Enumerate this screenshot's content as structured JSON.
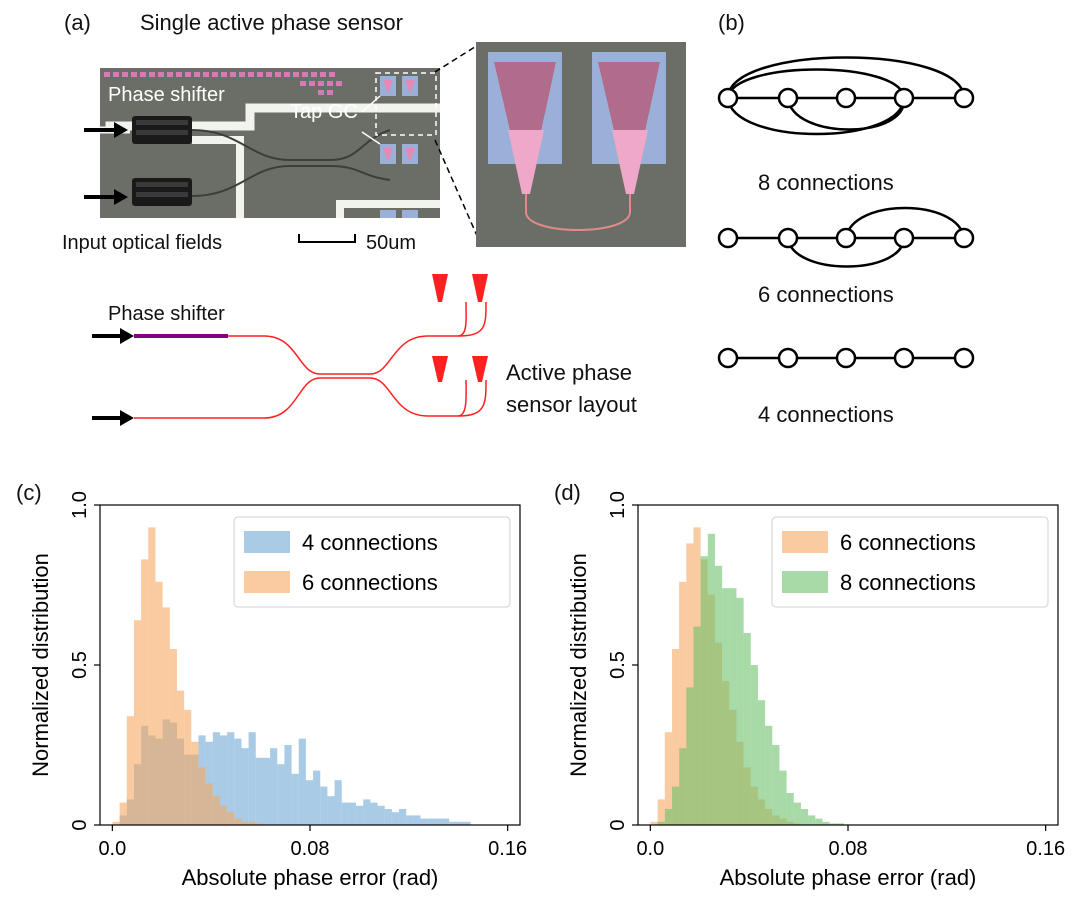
{
  "panel_a": {
    "label": "(a)",
    "title": "Single active phase sensor",
    "phase_shifter_label": "Phase shifter",
    "tap_gc_label": "Tap GC",
    "input_fields_label": "Input optical fields",
    "scale_label": "50um",
    "layout_phase_shifter_label": "Phase shifter",
    "layout_caption_line1": "Active phase",
    "layout_caption_line2": "sensor layout"
  },
  "panel_b": {
    "label": "(b)",
    "graphs": [
      {
        "caption": "8 connections",
        "nodes": 5
      },
      {
        "caption": "6 connections",
        "nodes": 5
      },
      {
        "caption": "4 connections",
        "nodes": 5
      }
    ]
  },
  "colors": {
    "series_4": "#6fa8d6",
    "series_6": "#f7a860",
    "series_8": "#6cc26c",
    "overlap_4_6": "#b6845a",
    "overlap_6_8": "#8d9b3a",
    "waveguide": "#ff2020",
    "phase_shifter": "#800080",
    "micrograph_bg": "#6b6e66"
  },
  "chart_data": [
    {
      "type": "bar",
      "panel_label": "(c)",
      "xlabel": "Absolute phase error (rad)",
      "ylabel": "Normalized distribution",
      "xlim": [
        -0.005,
        0.165
      ],
      "ylim": [
        0,
        1.0
      ],
      "xticks": [
        "0.0",
        "0.08",
        "0.16"
      ],
      "yticks": [
        "0",
        "0.5",
        "1.0"
      ],
      "legend_position": "top-right",
      "bin_width": 0.0029,
      "series": [
        {
          "name": "4 connections",
          "color_key": "series_4",
          "x": [
            0.0015,
            0.0044,
            0.0073,
            0.0102,
            0.0131,
            0.016,
            0.0189,
            0.0218,
            0.0247,
            0.0276,
            0.0305,
            0.0334,
            0.0363,
            0.0392,
            0.0421,
            0.045,
            0.0479,
            0.0508,
            0.0537,
            0.0566,
            0.0595,
            0.0624,
            0.0653,
            0.0682,
            0.0711,
            0.074,
            0.0769,
            0.0798,
            0.0827,
            0.0856,
            0.0885,
            0.0914,
            0.0943,
            0.0972,
            0.1001,
            0.103,
            0.1059,
            0.1088,
            0.1117,
            0.1146,
            0.1175,
            0.1204,
            0.1233,
            0.1262,
            0.1291,
            0.132,
            0.1349,
            0.1378,
            0.1407,
            0.1436
          ],
          "values": [
            0.0,
            0.03,
            0.08,
            0.19,
            0.31,
            0.28,
            0.27,
            0.33,
            0.32,
            0.27,
            0.22,
            0.22,
            0.28,
            0.26,
            0.29,
            0.28,
            0.29,
            0.27,
            0.24,
            0.29,
            0.21,
            0.21,
            0.24,
            0.19,
            0.25,
            0.16,
            0.27,
            0.14,
            0.17,
            0.12,
            0.09,
            0.14,
            0.07,
            0.07,
            0.06,
            0.08,
            0.07,
            0.06,
            0.05,
            0.04,
            0.05,
            0.03,
            0.03,
            0.02,
            0.02,
            0.02,
            0.02,
            0.01,
            0.01,
            0.01
          ]
        },
        {
          "name": "6 connections",
          "color_key": "series_6",
          "x": [
            0.0015,
            0.0044,
            0.0073,
            0.0102,
            0.0131,
            0.016,
            0.0189,
            0.0218,
            0.0247,
            0.0276,
            0.0305,
            0.0334,
            0.0363,
            0.0392,
            0.0421,
            0.045,
            0.0479,
            0.0508,
            0.0537,
            0.0566,
            0.0595,
            0.0624,
            0.0653,
            0.0682
          ],
          "values": [
            0.01,
            0.07,
            0.34,
            0.64,
            0.83,
            0.93,
            0.76,
            0.68,
            0.55,
            0.42,
            0.36,
            0.26,
            0.18,
            0.13,
            0.09,
            0.06,
            0.04,
            0.02,
            0.01,
            0.01,
            0.005,
            0.0,
            0.0,
            0.0
          ]
        }
      ]
    },
    {
      "type": "bar",
      "panel_label": "(d)",
      "xlabel": "Absolute phase error (rad)",
      "ylabel": "Normalized distribution",
      "xlim": [
        -0.005,
        0.165
      ],
      "ylim": [
        0,
        1.0
      ],
      "xticks": [
        "0.0",
        "0.08",
        "0.16"
      ],
      "yticks": [
        "0",
        "0.5",
        "1.0"
      ],
      "legend_position": "top-right",
      "bin_width": 0.0029,
      "series": [
        {
          "name": "6 connections",
          "color_key": "series_6",
          "x": [
            0.0015,
            0.0044,
            0.0073,
            0.0102,
            0.0131,
            0.016,
            0.0189,
            0.0218,
            0.0247,
            0.0276,
            0.0305,
            0.0334,
            0.0363,
            0.0392,
            0.0421,
            0.045,
            0.0479,
            0.0508,
            0.0537,
            0.0566,
            0.0595,
            0.0624
          ],
          "values": [
            0.01,
            0.08,
            0.29,
            0.55,
            0.76,
            0.88,
            0.93,
            0.83,
            0.72,
            0.57,
            0.45,
            0.36,
            0.26,
            0.18,
            0.12,
            0.08,
            0.05,
            0.03,
            0.02,
            0.01,
            0.005,
            0.0
          ]
        },
        {
          "name": "8 connections",
          "color_key": "series_8",
          "x": [
            0.0015,
            0.0044,
            0.0073,
            0.0102,
            0.0131,
            0.016,
            0.0189,
            0.0218,
            0.0247,
            0.0276,
            0.0305,
            0.0334,
            0.0363,
            0.0392,
            0.0421,
            0.045,
            0.0479,
            0.0508,
            0.0537,
            0.0566,
            0.0595,
            0.0624,
            0.0653,
            0.0682,
            0.0711,
            0.074,
            0.0769
          ],
          "values": [
            0.0,
            0.01,
            0.05,
            0.12,
            0.24,
            0.43,
            0.62,
            0.84,
            0.91,
            0.81,
            0.74,
            0.74,
            0.71,
            0.6,
            0.5,
            0.39,
            0.31,
            0.25,
            0.17,
            0.1,
            0.07,
            0.05,
            0.03,
            0.02,
            0.01,
            0.005,
            0.005
          ]
        }
      ]
    }
  ]
}
